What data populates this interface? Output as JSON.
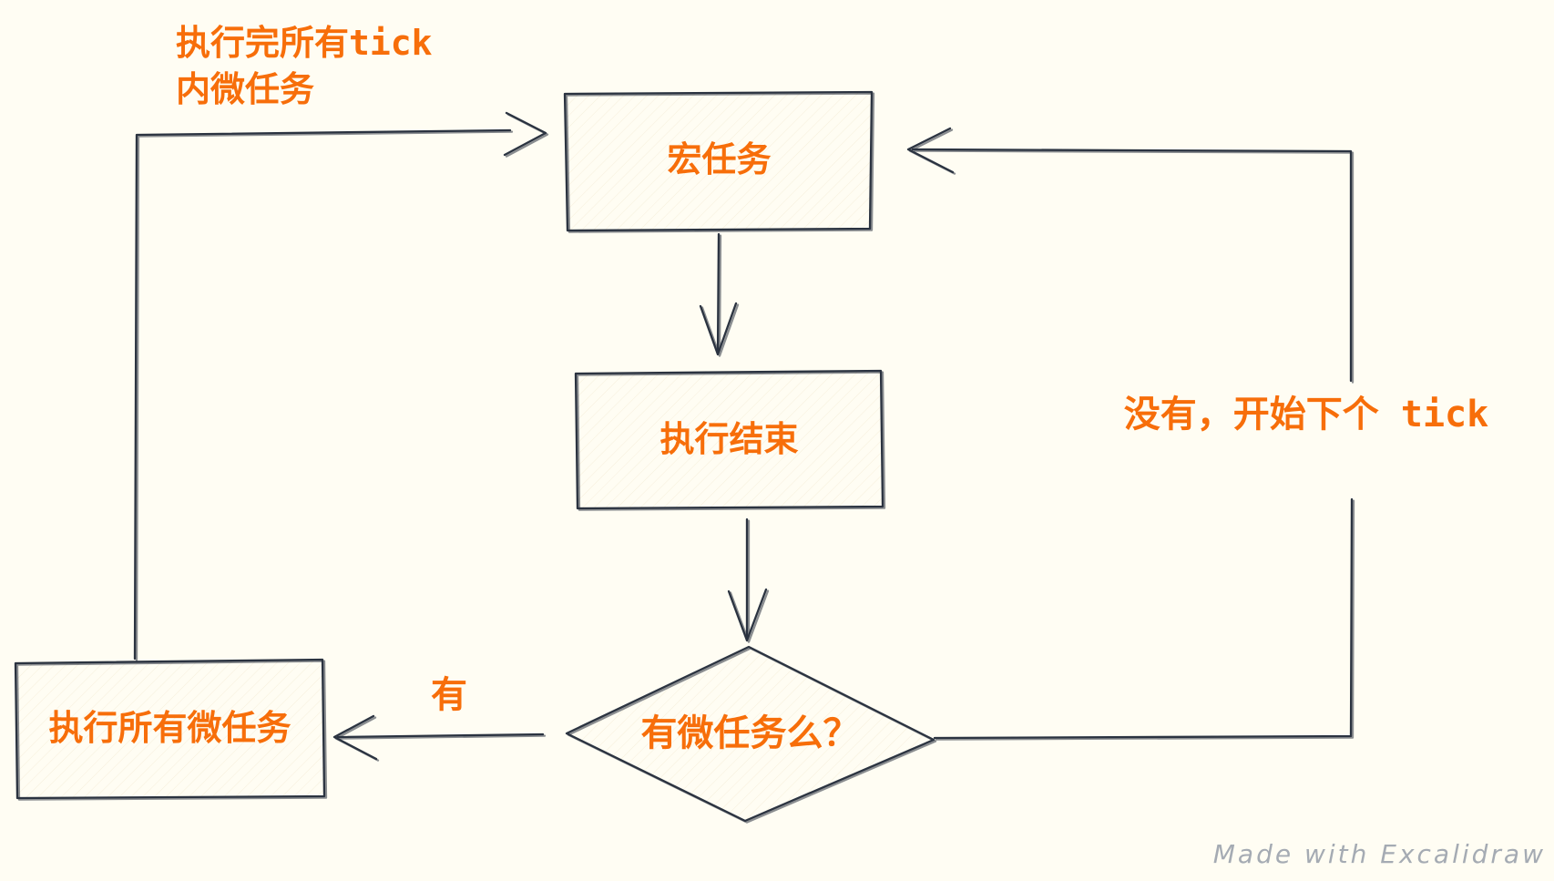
{
  "canvas": {
    "background_color": "#FFFDF3",
    "stroke_color": "#2B3340",
    "accent_color": "#F76E0A",
    "watermark_color": "#A5ABB3"
  },
  "nodes": {
    "macro_task": "宏任务",
    "execution_end": "执行结束",
    "microtask_question": "有微任务么？",
    "run_all_microtasks": "执行所有微任务"
  },
  "edge_labels": {
    "after_all_tick_microtasks": "执行完所有tick\n内微任务",
    "yes": "有",
    "no_next_tick": "没有，开始下个 tick"
  },
  "watermark": "Made with Excalidraw"
}
